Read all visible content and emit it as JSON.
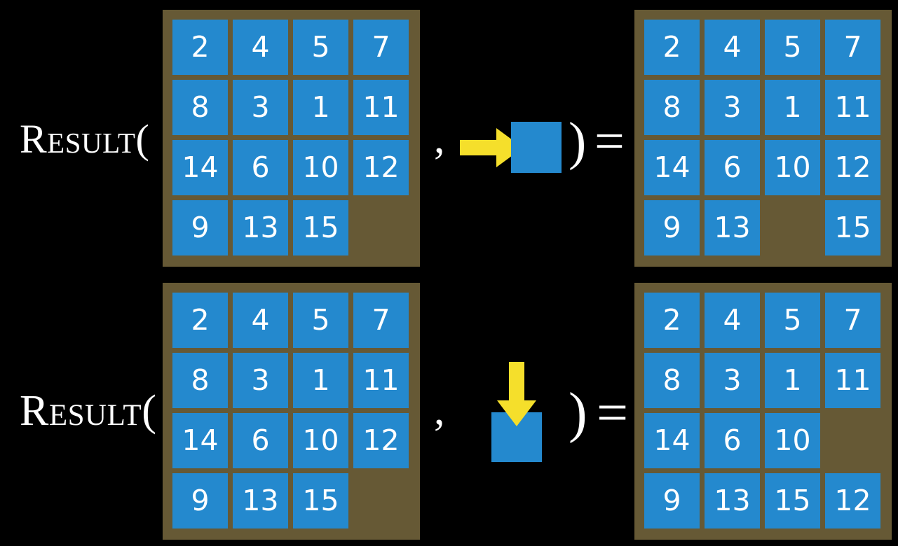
{
  "slide": {
    "background_color": "#000000",
    "tile_color": "#2489ce",
    "board_color": "#665935",
    "arrow_color": "#f5df2b",
    "text_color": "#ffffff"
  },
  "rows": [
    {
      "id": "row-1",
      "label": {
        "word": "Result",
        "open_paren": "("
      },
      "comma": ",",
      "close_paren": ")",
      "equals": "=",
      "operand": {
        "icon": "arrow-right-icon",
        "direction": "right",
        "description": "slide tile right"
      },
      "input_board": {
        "name": "input-board-1",
        "grid": [
          [
            "2",
            "4",
            "5",
            "7"
          ],
          [
            "8",
            "3",
            "1",
            "11"
          ],
          [
            "14",
            "6",
            "10",
            "12"
          ],
          [
            "9",
            "13",
            "15",
            ""
          ]
        ]
      },
      "output_board": {
        "name": "output-board-1",
        "grid": [
          [
            "2",
            "4",
            "5",
            "7"
          ],
          [
            "8",
            "3",
            "1",
            "11"
          ],
          [
            "14",
            "6",
            "10",
            "12"
          ],
          [
            "9",
            "13",
            "",
            "15"
          ]
        ]
      }
    },
    {
      "id": "row-2",
      "label": {
        "word": "Result",
        "open_paren": "("
      },
      "comma": ",",
      "close_paren": ")",
      "equals": "=",
      "operand": {
        "icon": "arrow-down-icon",
        "direction": "down",
        "description": "slide tile down"
      },
      "input_board": {
        "name": "input-board-2",
        "grid": [
          [
            "2",
            "4",
            "5",
            "7"
          ],
          [
            "8",
            "3",
            "1",
            "11"
          ],
          [
            "14",
            "6",
            "10",
            "12"
          ],
          [
            "9",
            "13",
            "15",
            ""
          ]
        ]
      },
      "output_board": {
        "name": "output-board-2",
        "grid": [
          [
            "2",
            "4",
            "5",
            "7"
          ],
          [
            "8",
            "3",
            "1",
            "11"
          ],
          [
            "14",
            "6",
            "10",
            ""
          ],
          [
            "9",
            "13",
            "15",
            "12"
          ]
        ]
      }
    }
  ]
}
